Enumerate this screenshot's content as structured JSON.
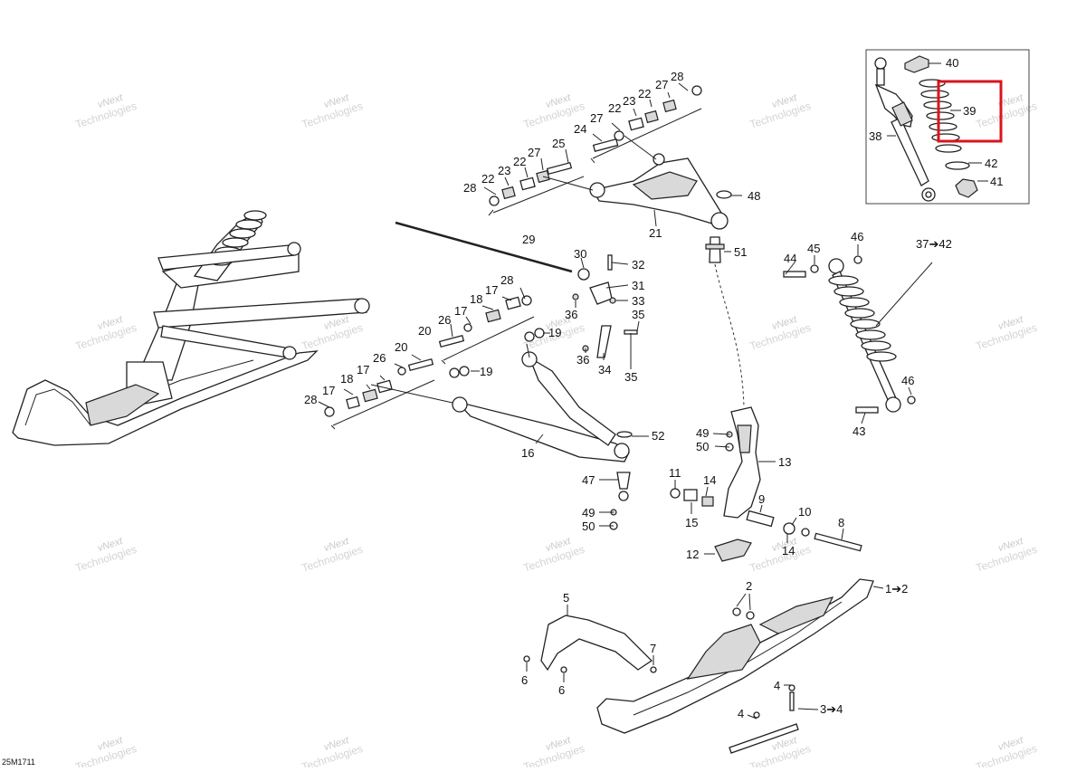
{
  "diagram": {
    "reference_code": "25M1711",
    "watermark_line1": "vNext",
    "watermark_line2": "Technologies",
    "highlight_color": "#d9141e",
    "labels": {
      "l40": "40",
      "l39": "39",
      "l38": "38",
      "l42": "42",
      "l41": "41",
      "l3742": "37➔42",
      "l28a": "28",
      "l27a": "27",
      "l22a": "22",
      "l23a": "23",
      "l22b": "22",
      "l27b": "27",
      "l24": "24",
      "l25": "25",
      "l27c": "27",
      "l22c": "22",
      "l23b": "23",
      "l22d": "22",
      "l28b": "28",
      "l48": "48",
      "l21": "21",
      "l51": "51",
      "l29": "29",
      "l30": "30",
      "l32": "32",
      "l31": "31",
      "l33": "33",
      "l36a": "36",
      "l35a": "35",
      "l36b": "36",
      "l34": "34",
      "l35b": "35",
      "l28c": "28",
      "l17a": "17",
      "l18a": "18",
      "l17b": "17",
      "l26a": "26",
      "l20a": "20",
      "l19a": "19",
      "l20b": "20",
      "l26b": "26",
      "l17c": "17",
      "l18b": "18",
      "l17d": "17",
      "l28d": "28",
      "l19b": "19",
      "l52": "52",
      "l16": "16",
      "l47": "47",
      "l49a": "49",
      "l50a": "50",
      "l44": "44",
      "l45": "45",
      "l46a": "46",
      "l46b": "46",
      "l43": "43",
      "l49b": "49",
      "l50b": "50",
      "l13": "13",
      "l11": "11",
      "l14a": "14",
      "l15": "15",
      "l9": "9",
      "l10": "10",
      "l8": "8",
      "l12": "12",
      "l14b": "14",
      "l12arrow": "1➔2",
      "l5": "5",
      "l2": "2",
      "l7": "7",
      "l6a": "6",
      "l6b": "6",
      "l4a": "4",
      "l4b": "4",
      "l34arrow": "3➔4"
    }
  }
}
